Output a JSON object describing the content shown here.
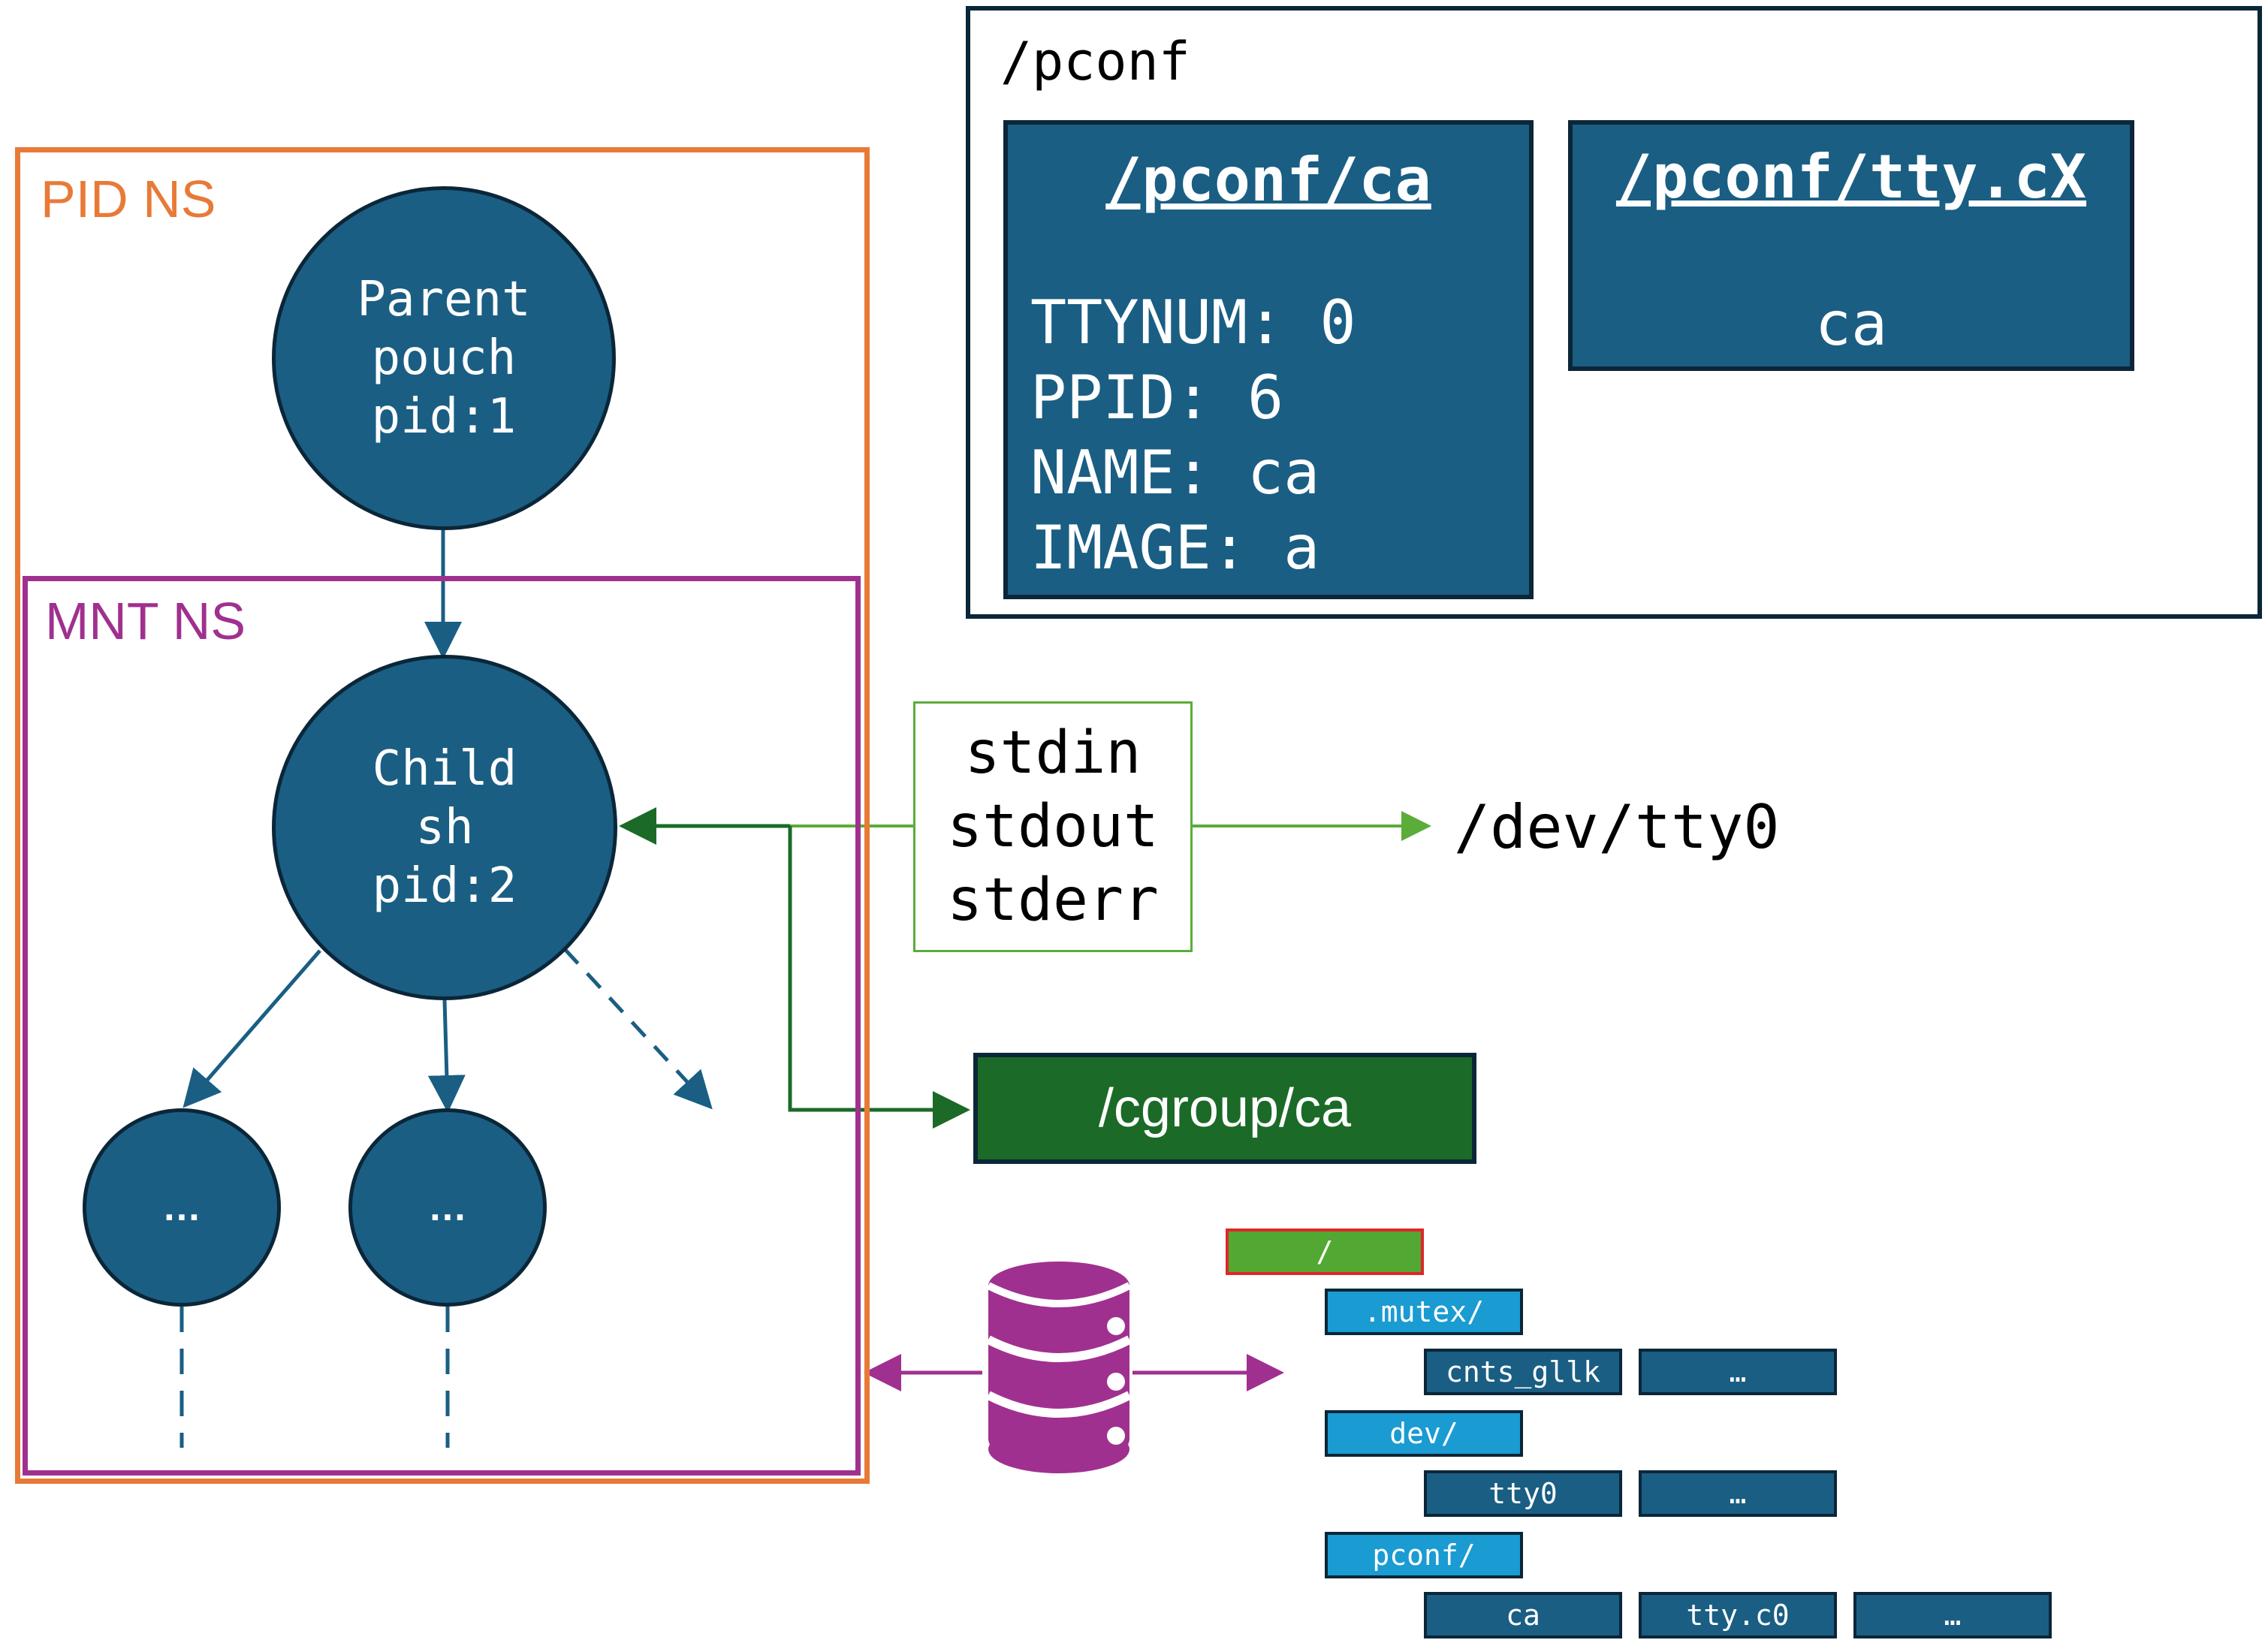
{
  "namespaces": {
    "pid": "PID NS",
    "mnt": "MNT NS"
  },
  "nodes": {
    "parent": [
      "Parent",
      "pouch",
      "pid:1"
    ],
    "child": [
      "Child",
      "sh",
      "pid:2"
    ],
    "grandchild_left": "…",
    "grandchild_mid": "…"
  },
  "pconf": {
    "title": "/pconf",
    "ca_card": {
      "title": "/pconf/ca",
      "fields": [
        "TTYNUM: 0",
        "PPID: 6",
        "NAME: ca",
        "IMAGE: a"
      ]
    },
    "tty_card": {
      "title": "/pconf/tty.cX",
      "value": "ca"
    }
  },
  "stdio": [
    "stdin",
    "stdout",
    "stderr"
  ],
  "tty_device": "/dev/tty0",
  "cgroup": "/cgroup/ca",
  "fs_tree": {
    "root": "/",
    "mutex_dir": ".mutex/",
    "mutex_files": [
      "cnts_gllk",
      "…"
    ],
    "dev_dir": "dev/",
    "dev_files": [
      "tty0",
      "…"
    ],
    "pconf_dir": "pconf/",
    "pconf_files": [
      "ca",
      "tty.c0",
      "…"
    ]
  },
  "colors": {
    "node": "#1A5E83",
    "pid_ns": "#E87A37",
    "mnt_ns": "#A0308F",
    "cgroup": "#1B6A27",
    "stdio_border": "#5BAD3A",
    "fs_dir": "#1A9BD2",
    "fs_root": "#52A832",
    "database": "#A0308F"
  },
  "icons": {
    "database": "database-icon"
  }
}
